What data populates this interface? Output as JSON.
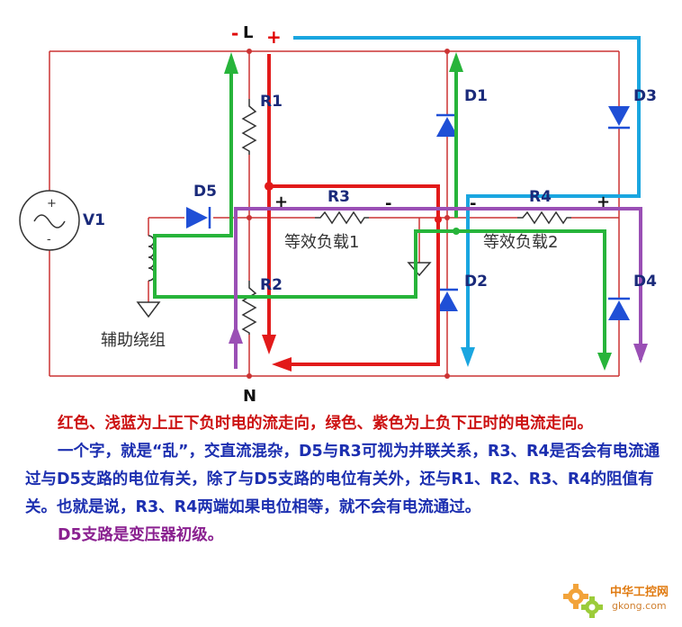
{
  "diagram": {
    "top_terminal": "L",
    "bottom_terminal": "N",
    "minus_sign": "-",
    "plus_sign": "+",
    "source_label": "V1",
    "r1_label": "R1",
    "r2_label": "R2",
    "r3_label": "R3",
    "r4_label": "R4",
    "d1_label": "D1",
    "d2_label": "D2",
    "d3_label": "D3",
    "d4_label": "D4",
    "d5_label": "D5",
    "load1_label": "等效负载1",
    "load2_label": "等效负载2",
    "aux_winding_label": "辅助绕组",
    "r3_plus": "+",
    "r3_minus": "-",
    "r4_minus": "-",
    "r4_plus": "+",
    "colors": {
      "red": "#e21a1a",
      "light_blue": "#1aa6e0",
      "green": "#27b43a",
      "purple": "#9a4fb5",
      "diode_blue": "#1f4fd6",
      "wire": "#cc3333"
    }
  },
  "notes": {
    "p1": "红色、浅蓝为上正下负时电的流走向，绿色、紫色为上负下正时的电流走向。",
    "p2": "一个字，就是“乱”，交直流混杂，D5与R3可视为并联关系，R3、R4是否会有电流通过与D5支路的电位有关，除了与D5支路的电位有关外，还与R1、R2、R3、R4的阻值有关。也就是说，R3、R4两端如果电位相等，就不会有电流通过。",
    "p3": "D5支路是变压器初级。"
  },
  "watermark": {
    "site_name": "中华工控网",
    "url": "gkong.com"
  }
}
